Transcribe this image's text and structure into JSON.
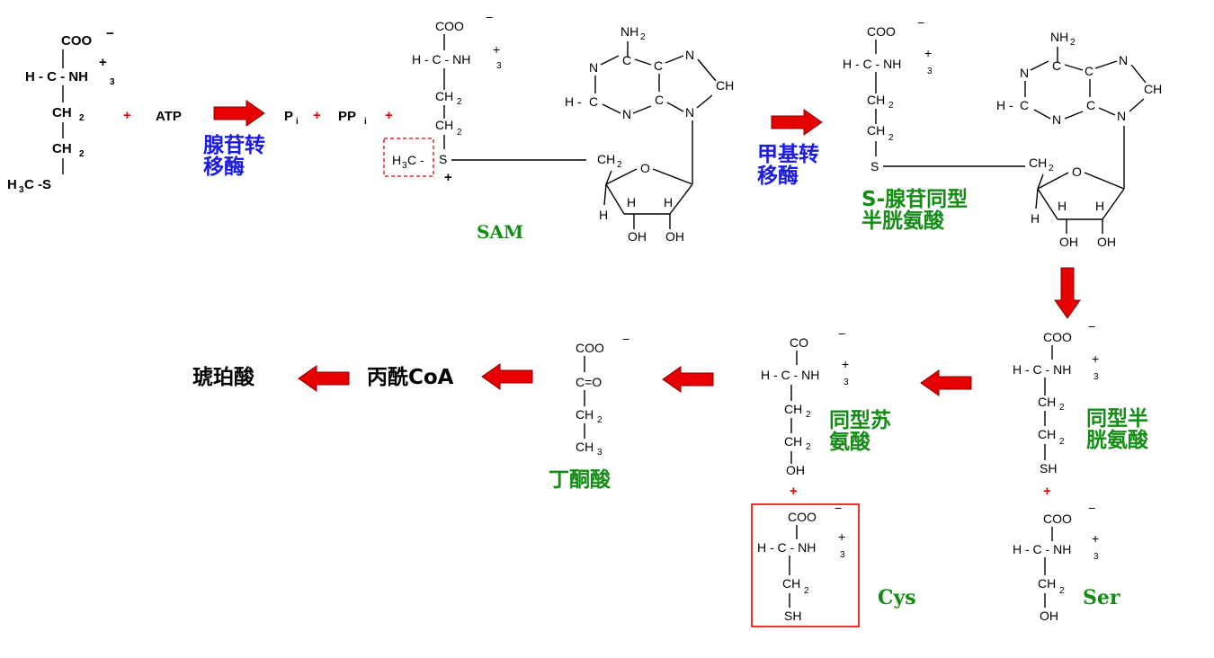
{
  "colors": {
    "arrow": "#e60000",
    "enzyme_label": "#1a1ae6",
    "compound_label": "#138c13",
    "plus_sign": "#e60000",
    "highlight_box": "#e60000"
  },
  "reaction1": {
    "reagent": "ATP",
    "products": [
      "P",
      "PP"
    ],
    "enzyme": "腺苷转\n移酶"
  },
  "sam": {
    "label": "SAM"
  },
  "reaction2": {
    "enzyme": "甲基转\n移酶",
    "product_label": "S-腺苷同型\n半胱氨酸"
  },
  "homocysteine": {
    "label": "同型半\n胱氨酸"
  },
  "serine": {
    "label": "Ser"
  },
  "homoserine": {
    "label": "同型苏\n氨酸"
  },
  "cysteine": {
    "label": "Cys"
  },
  "ketobutyrate": {
    "label": "丁酮酸"
  },
  "propionyl_coa": {
    "label": "丙酰CoA"
  },
  "succinate": {
    "label": "琥珀酸"
  }
}
